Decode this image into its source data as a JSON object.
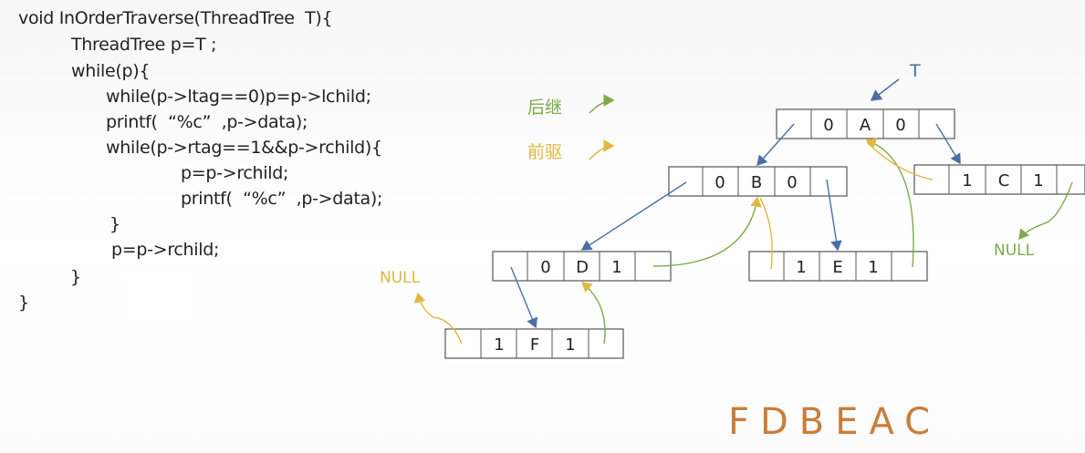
{
  "code": {
    "lines": [
      "void InOrderTraverse(ThreadTree  T){",
      "ThreadTree p=T ;",
      "while(p){",
      "while(p->ltag==0)p=p->lchild;",
      "printf(  “%c”  ,p->data);",
      "while(p->rtag==1&&p->rchild){",
      "p=p->rchild;",
      "printf(  “%c”  ,p->data);",
      "}",
      "p=p->rchild;",
      "}",
      "}"
    ]
  },
  "legend": {
    "successor": "后继",
    "predecessor": "前驱",
    "successor_color": "#7fa94a",
    "predecessor_color": "#e0b840"
  },
  "tree": {
    "root_pointer_label": "T",
    "null_label": "NULL",
    "nodes": [
      {
        "id": "A",
        "ltag": "0",
        "data": "A",
        "rtag": "0"
      },
      {
        "id": "B",
        "ltag": "0",
        "data": "B",
        "rtag": "0"
      },
      {
        "id": "C",
        "ltag": "1",
        "data": "C",
        "rtag": "1"
      },
      {
        "id": "D",
        "ltag": "0",
        "data": "D",
        "rtag": "1"
      },
      {
        "id": "E",
        "ltag": "1",
        "data": "E",
        "rtag": "1"
      },
      {
        "id": "F",
        "ltag": "1",
        "data": "F",
        "rtag": "1"
      }
    ]
  },
  "result": "FDBEAC"
}
